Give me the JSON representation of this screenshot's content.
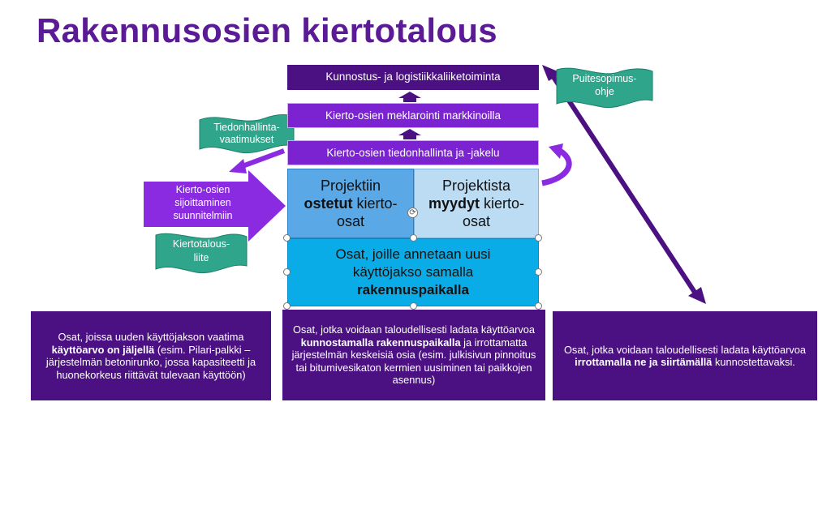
{
  "title": "Rakennusosien kiertotalous",
  "bars": {
    "top": "Kunnostus- ja logistiikkaliiketoiminta",
    "middle": "Kierto-osien meklarointi markkinoilla",
    "lower": "Kierto-osien tiedonhallinta ja -jakelu"
  },
  "cells": {
    "left": {
      "line1": "Projektiin",
      "bold": "ostetut",
      "line2_rest": " kierto-",
      "line3": "osat"
    },
    "right": {
      "line1": "Projektista",
      "bold": "myydyt",
      "line2_rest": " kierto-",
      "line3": "osat"
    },
    "bottom": {
      "line1": "Osat, joille annetaan uusi",
      "line2": "käyttöjakso samalla",
      "bold": "rakennuspaikalla"
    }
  },
  "arrow_left_text": [
    "Kierto-osien",
    "sijoittaminen",
    "suunnitelmiin"
  ],
  "flags": {
    "info": [
      "Tiedonhallinta-",
      "vaatimukset"
    ],
    "appendix": [
      "Kiertotalous-",
      "liite"
    ],
    "framework": [
      "Puitesopimus-",
      "ohje"
    ]
  },
  "boxes": {
    "left": {
      "p1": "Osat, joissa uuden käyttöjakson vaatima ",
      "b1": "käyttöarvo on jäljellä",
      "p2": " (esim. Pilari-palkki –järjestelmän betonirunko, jossa kapasiteetti ja huonekorkeus riittävät tulevaan käyttöön)"
    },
    "middle": {
      "p1": "Osat, jotka voidaan taloudellisesti ladata käyttöarvoa ",
      "b1": "kunnostamalla rakennuspaikalla",
      "p2": " ja irrottamatta järjestelmän keskeisiä osia (esim. julkisivun pinnoitus tai bitumivesikaton kermien uusiminen tai paikkojen asennus)"
    },
    "right": {
      "p1": "Osat, jotka voidaan taloudellisesti ladata käyttöarvoa ",
      "b1": "irrottamalla ne ja siirtämällä",
      "p2": " kunnostettavaksi."
    }
  },
  "colors": {
    "title": "#5b1a96",
    "dark_purple": "#4b1082",
    "bright_purple": "#7c23d1",
    "arrow_purple": "#8a2be2",
    "teal": "#2fa58b",
    "blue_dark": "#5aa9e6",
    "blue_light": "#bcdcf4",
    "cyan": "#0aace8"
  }
}
